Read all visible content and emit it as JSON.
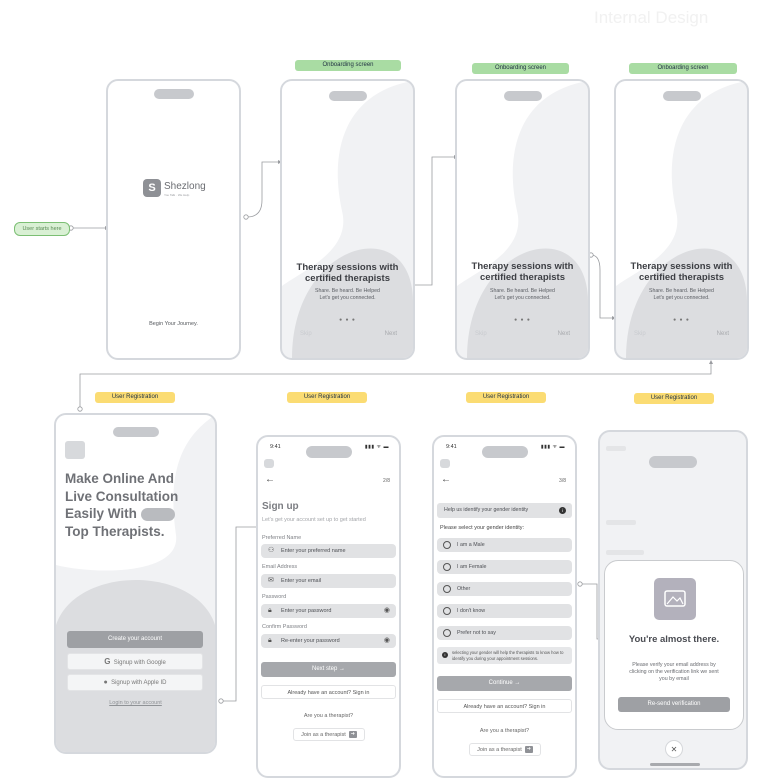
{
  "watermark": "Internal Design",
  "start_label": "User starts here",
  "badges": {
    "onboarding": "Onboarding screen",
    "registration": "User Registration"
  },
  "splash": {
    "logo_letter": "S",
    "brand": "Shezlong",
    "tagline": "You Talk · We Help",
    "footer": "Begin Your Journey."
  },
  "onboarding": {
    "title_line1": "Therapy sessions with",
    "title_line2": "certified therapists",
    "sub_line1": "Share. Be heard. Be Helped",
    "sub_line2": "Let's get you connected.",
    "dots": "● ● ●",
    "skip": "Skip",
    "next": "Next"
  },
  "welcome": {
    "line1": "Make Online And",
    "line2": "Live Consultation",
    "line3": "Easily With",
    "line4": "Top Therapists.",
    "create_account": "Create your account",
    "google": "Signup with Google",
    "apple": "Signup with Apple ID",
    "login": "Login to your account"
  },
  "signup": {
    "time": "9:41",
    "signal": "▮▮▮ ᯤ ▬",
    "back": "←",
    "step": "2/8",
    "title": "Sign up",
    "subtitle": "Let's get your account set up to get started",
    "labels": {
      "name": "Preferred Name",
      "email": "Email Address",
      "password": "Password",
      "confirm": "Confirm Password"
    },
    "placeholders": {
      "name": "Enter your preferred name",
      "email": "Enter your email",
      "password": "Enter your password",
      "confirm": "Re-enter your password"
    },
    "next_step": "Next step  →",
    "have_account": "Already have an account? Sign in",
    "therapist_q": "Are you a therapist?",
    "join": "Join as a therapist"
  },
  "gender": {
    "time": "9:41",
    "signal": "▮▮▮ ᯤ ▬",
    "back": "←",
    "step": "3/8",
    "help": "Help us identify your gender identity",
    "prompt": "Please select your gender identity:",
    "options": [
      "I am a Male",
      "I am Female",
      "Other",
      "I don't know",
      "Prefer not to say"
    ],
    "note": "selecting your gender will help the therapists to know how to identify you during your appointment sessions.",
    "continue": "Continue  →",
    "have_account": "Already have an account? Sign in",
    "therapist_q": "Are you a therapist?",
    "join": "Join as a therapist"
  },
  "verify": {
    "title": "You're almost there.",
    "text": "Please verify your email address by clicking on the verification link we sent you by email",
    "button": "Re-send verification",
    "close": "✕"
  }
}
